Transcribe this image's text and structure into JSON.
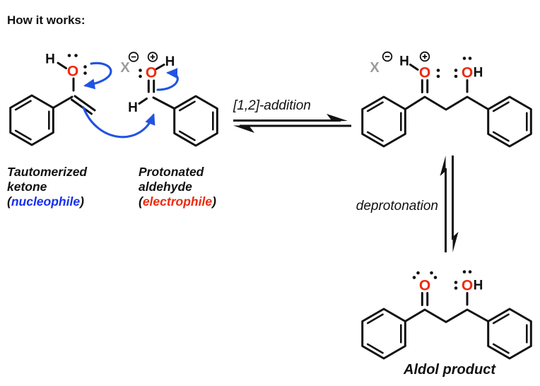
{
  "header": {
    "title": "How it works:"
  },
  "captions": {
    "left_species": {
      "line1": "Tautomerized",
      "line2": "ketone",
      "open": "(",
      "word": "nucleophile",
      "close": ")"
    },
    "right_species": {
      "line1": "Protonated",
      "line2": "aldehyde",
      "open": "(",
      "word": "electrophile",
      "close": ")"
    },
    "step_addition": "[1,2]-addition",
    "step_deprotonation": "deprotonation",
    "product": "Aldol product"
  },
  "atoms": {
    "enol": {
      "h": "H",
      "o": "O"
    },
    "aldehyde": {
      "x": "X",
      "oh_h": "H",
      "o": "O",
      "ch_h": "H"
    },
    "adduct": {
      "x": "X",
      "h": "H",
      "o": "O",
      "o2": "O",
      "o2_h": "H"
    },
    "product": {
      "o": "O",
      "o2": "O",
      "o2_h": "H"
    }
  },
  "colors": {
    "oxygen_red": "#ee2a0c",
    "electrophile_red": "#ee2a0c",
    "nucleophile_blue": "#1730ef",
    "arrow_blue": "#2153e3",
    "counterion_gray": "#9b9b9b",
    "ink_black": "#111111"
  }
}
